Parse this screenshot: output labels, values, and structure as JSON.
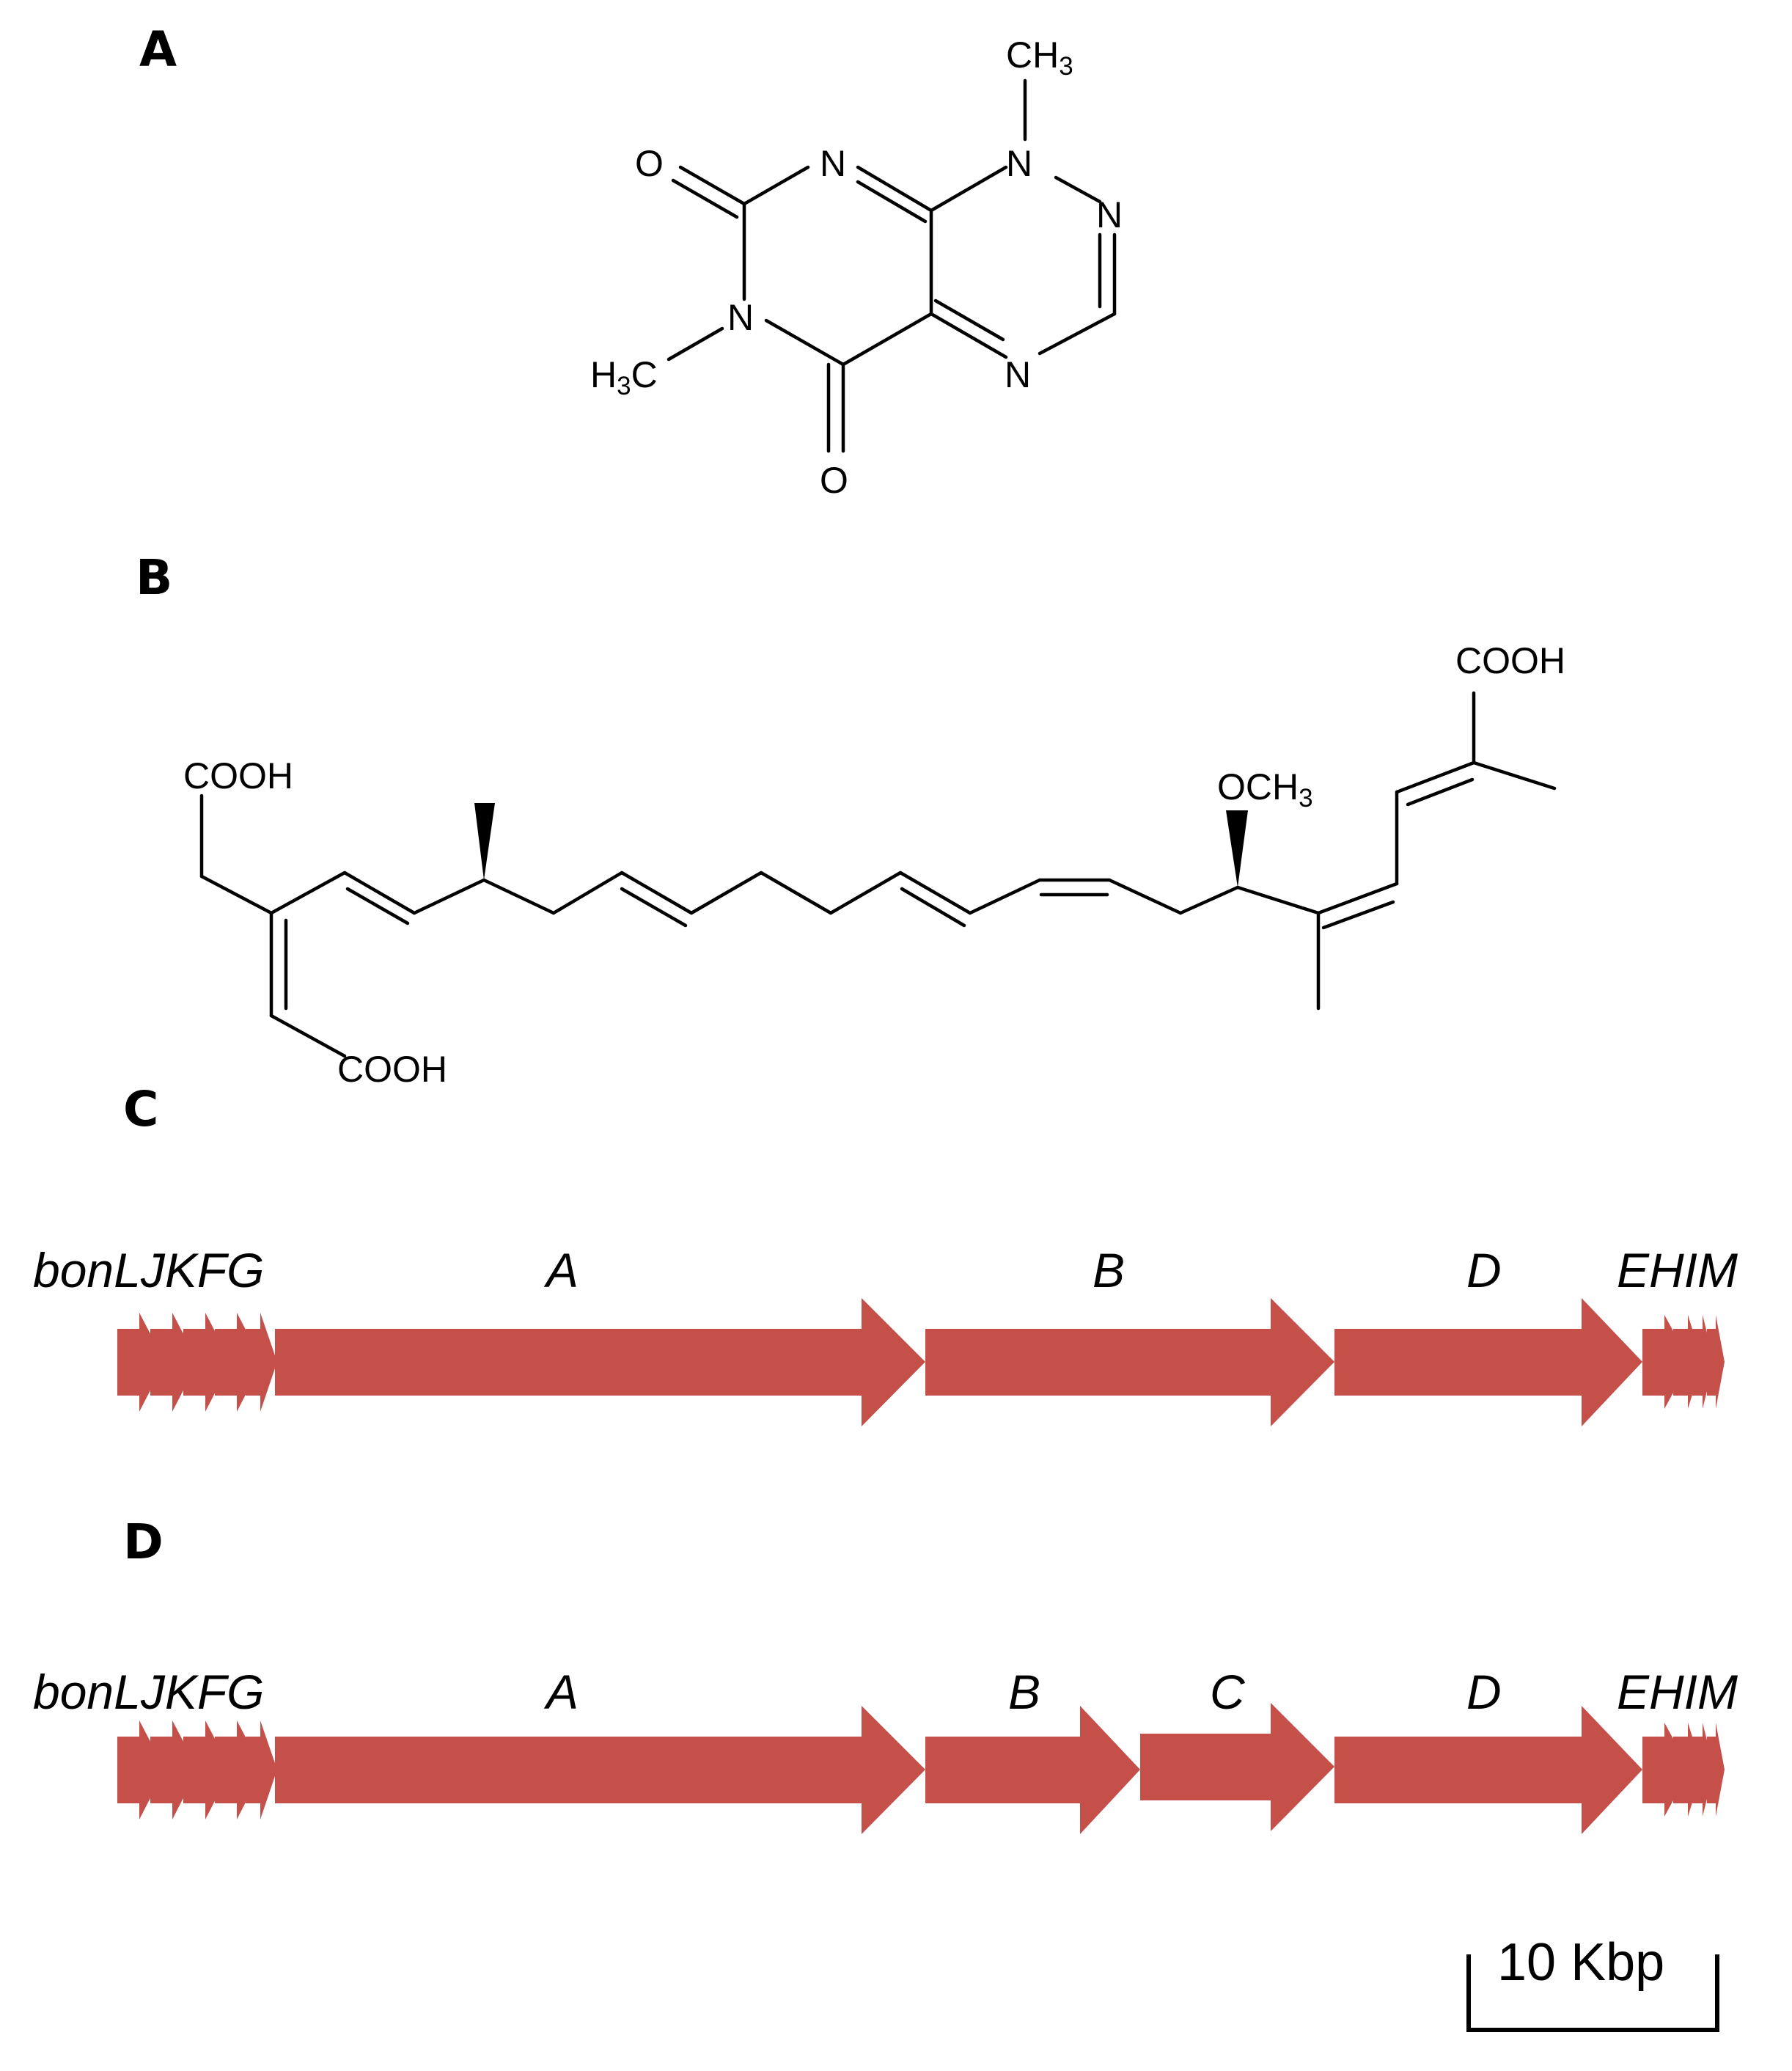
{
  "panels": {
    "a": "A",
    "b": "B",
    "c": "C",
    "d": "D"
  },
  "molecule_a": {
    "ch3_top": [
      "CH",
      "3"
    ],
    "h3c": [
      "H",
      "3",
      "C"
    ],
    "n1": "N",
    "n2": "N",
    "n3": "N",
    "n4": "N",
    "n5": "N",
    "o_top": "O",
    "o_bottom": "O"
  },
  "molecule_b": {
    "cooh_left": "COOH",
    "cooh_bottom": "COOH",
    "och3": [
      "OCH",
      "3"
    ],
    "cooh_right": "COOH"
  },
  "cluster_c": {
    "labels": [
      "bonLJKFG",
      "A",
      "B",
      "D",
      "EHIM"
    ],
    "genes": [
      {
        "name": "bonL"
      },
      {
        "name": "bonJ"
      },
      {
        "name": "bonK"
      },
      {
        "name": "bonF"
      },
      {
        "name": "bonG"
      },
      {
        "name": "bonA"
      },
      {
        "name": "bonB"
      },
      {
        "name": "bonD"
      },
      {
        "name": "bonE"
      },
      {
        "name": "bonH"
      },
      {
        "name": "bonI"
      },
      {
        "name": "bonM"
      }
    ]
  },
  "cluster_d": {
    "labels": [
      "bonLJKFG",
      "A",
      "B",
      "C",
      "D",
      "EHIM"
    ],
    "genes": [
      {
        "name": "bonL"
      },
      {
        "name": "bonJ"
      },
      {
        "name": "bonK"
      },
      {
        "name": "bonF"
      },
      {
        "name": "bonG"
      },
      {
        "name": "bonA"
      },
      {
        "name": "bonB"
      },
      {
        "name": "bonC"
      },
      {
        "name": "bonD"
      },
      {
        "name": "bonE"
      },
      {
        "name": "bonH"
      },
      {
        "name": "bonI"
      },
      {
        "name": "bonM"
      }
    ]
  },
  "scale_bar": {
    "label": "10 Kbp"
  },
  "colors": {
    "gene_fill": "#c5504a",
    "ink": "#000000"
  }
}
